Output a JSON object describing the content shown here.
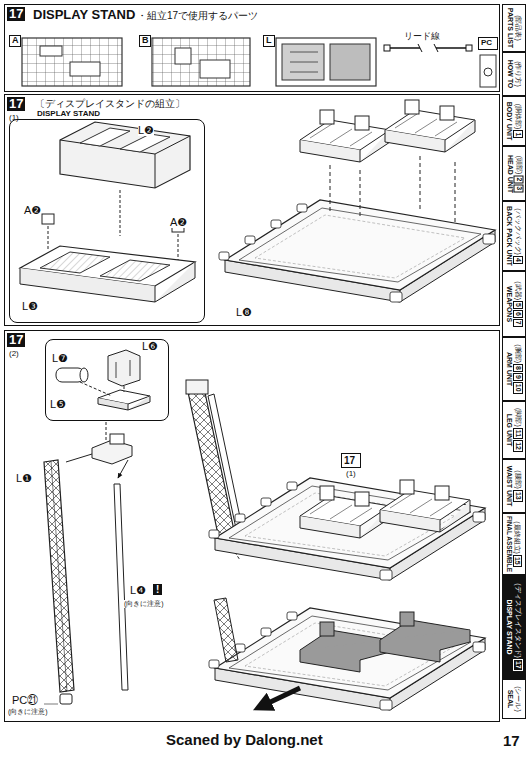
{
  "diagram": {
    "nodes": [
      {
        "text": [
          "17",
          "DISPLAY STAND",
          "・組立17で使用するパーツ"
        ]
      },
      {
        "text": [
          "A"
        ],
        "in": 0
      },
      {
        "text": [
          "B"
        ],
        "in": 0
      },
      {
        "text": [
          "L"
        ],
        "in": 0
      },
      {
        "text": [
          "PC"
        ],
        "in": 0
      },
      {
        "text": [
          "17",
          "(1)",
          "〔ディスプレイスタンドの組立〕",
          "DISPLAY STAND"
        ]
      },
      {
        "text": [
          "L❷",
          "A❷",
          "A❷",
          "L❸"
        ],
        "in": 5
      },
      {
        "text": [
          "17",
          "(2)"
        ]
      },
      {
        "text": [
          "L❼",
          "L❻",
          "L❺"
        ],
        "in": 7
      },
      {
        "text": [
          "17",
          "(1)"
        ],
        "in": 7
      },
      {
        "text": [
          "(部品表)",
          "PARTS LIST"
        ]
      },
      {
        "text": [
          "(作り方)",
          "HOW TO"
        ]
      },
      {
        "text": [
          "(胴体部)",
          "1",
          "BODY UNIT"
        ]
      },
      {
        "text": [
          "(頭部)",
          "2",
          "3",
          "HEAD UNIT"
        ]
      },
      {
        "text": [
          "(バックパック)",
          "4",
          "BACK PACK UNIT"
        ]
      },
      {
        "text": [
          "(武器)",
          "5",
          "6",
          "7",
          "WEAPONS"
        ]
      },
      {
        "text": [
          "(腕部)",
          "8",
          "9",
          "10",
          "ARM UNIT"
        ]
      },
      {
        "text": [
          "(脚部)",
          "11",
          "12",
          "LEG UNIT"
        ]
      },
      {
        "text": [
          "(腰部)",
          "13",
          "WAIST UNIT"
        ]
      },
      {
        "text": [
          "(最終組立)",
          "15",
          "FINAL ASSEMBLE"
        ]
      },
      {
        "text": [
          "(ディスプレイスタンド)",
          "17",
          "DISPLAY STAND"
        ]
      },
      {
        "text": [
          "(シール)",
          "SEAL"
        ]
      }
    ],
    "labels": [
      "リード線",
      "L❽",
      "L❶",
      "L❹",
      "!",
      "(向きに注意)",
      "PC㉑",
      "(向きに注意)",
      "Scaned by Dalong.net",
      "17"
    ]
  }
}
